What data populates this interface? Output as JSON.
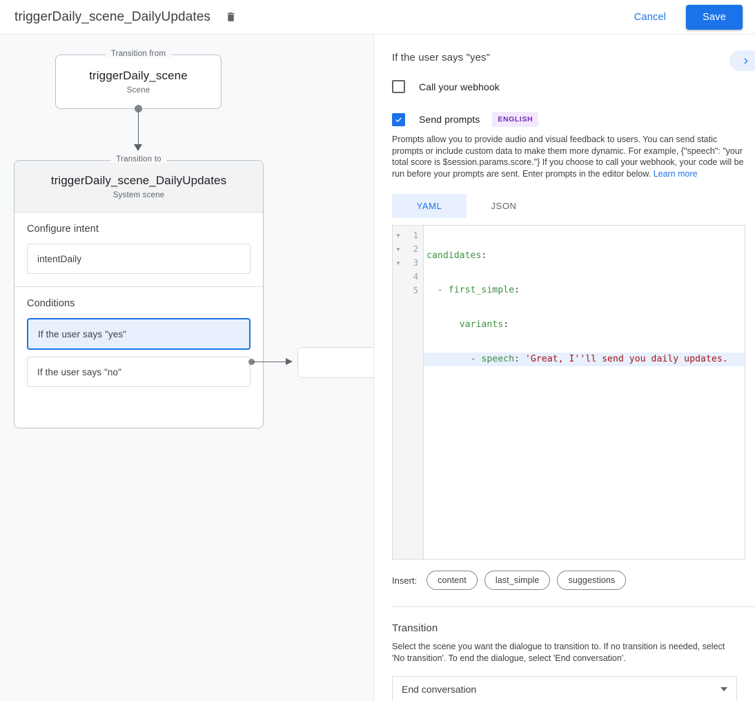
{
  "topbar": {
    "title": "triggerDaily_scene_DailyUpdates",
    "delete_icon": "trash-icon",
    "cancel_label": "Cancel",
    "save_label": "Save"
  },
  "canvas": {
    "from_legend": "Transition from",
    "from_node": {
      "title": "triggerDaily_scene",
      "subtitle": "Scene"
    },
    "to_legend": "Transition to",
    "to_node": {
      "title": "triggerDaily_scene_DailyUpdates",
      "subtitle": "System scene"
    },
    "configure_intent_label": "Configure intent",
    "intent_value": "intentDaily",
    "conditions_label": "Conditions",
    "conditions": [
      {
        "label": "If the user says \"yes\"",
        "selected": true
      },
      {
        "label": "If the user says \"no\"",
        "selected": false
      }
    ]
  },
  "panel": {
    "title": "If the user says \"yes\"",
    "expand_icon": "chevron-right-icon",
    "webhook": {
      "label": "Call your webhook",
      "checked": false
    },
    "prompts": {
      "label": "Send prompts",
      "checked": true,
      "language_badge": "ENGLISH",
      "description": "Prompts allow you to provide audio and visual feedback to users. You can send static prompts or include custom data to make them more dynamic. For example, {\"speech\": \"your total score is $session.params.score.\"} If you choose to call your webhook, your code will be run before your prompts are sent. Enter prompts in the editor below.",
      "learn_more": "Learn more"
    },
    "editor": {
      "tabs": [
        {
          "label": "YAML",
          "active": true
        },
        {
          "label": "JSON",
          "active": false
        }
      ],
      "lines": [
        {
          "num": "1",
          "fold": true,
          "highlighted": false,
          "key": "candidates",
          "colon": ":",
          "value": ""
        },
        {
          "num": "2",
          "fold": true,
          "highlighted": false,
          "key": "  - first_simple",
          "colon": ":",
          "value": ""
        },
        {
          "num": "3",
          "fold": true,
          "highlighted": false,
          "key": "      variants",
          "colon": ":",
          "value": ""
        },
        {
          "num": "4",
          "fold": false,
          "highlighted": true,
          "key": "        - speech",
          "colon": ": ",
          "value": "'Great, I''ll send you daily updates."
        },
        {
          "num": "5",
          "fold": false,
          "highlighted": false,
          "key": "",
          "colon": "",
          "value": ""
        }
      ]
    },
    "insert": {
      "label": "Insert:",
      "chips": [
        "content",
        "last_simple",
        "suggestions"
      ]
    },
    "transition": {
      "title": "Transition",
      "description": "Select the scene you want the dialogue to transition to. If no transition is needed, select 'No transition'. To end the dialogue, select 'End conversation'.",
      "selected": "End conversation"
    }
  },
  "colors": {
    "accent": "#1a73e8",
    "accent_light": "#e8f0fe",
    "badge_bg": "#f3e8fd",
    "badge_fg": "#7627bb",
    "canvas_bg": "#f8f9fa"
  }
}
